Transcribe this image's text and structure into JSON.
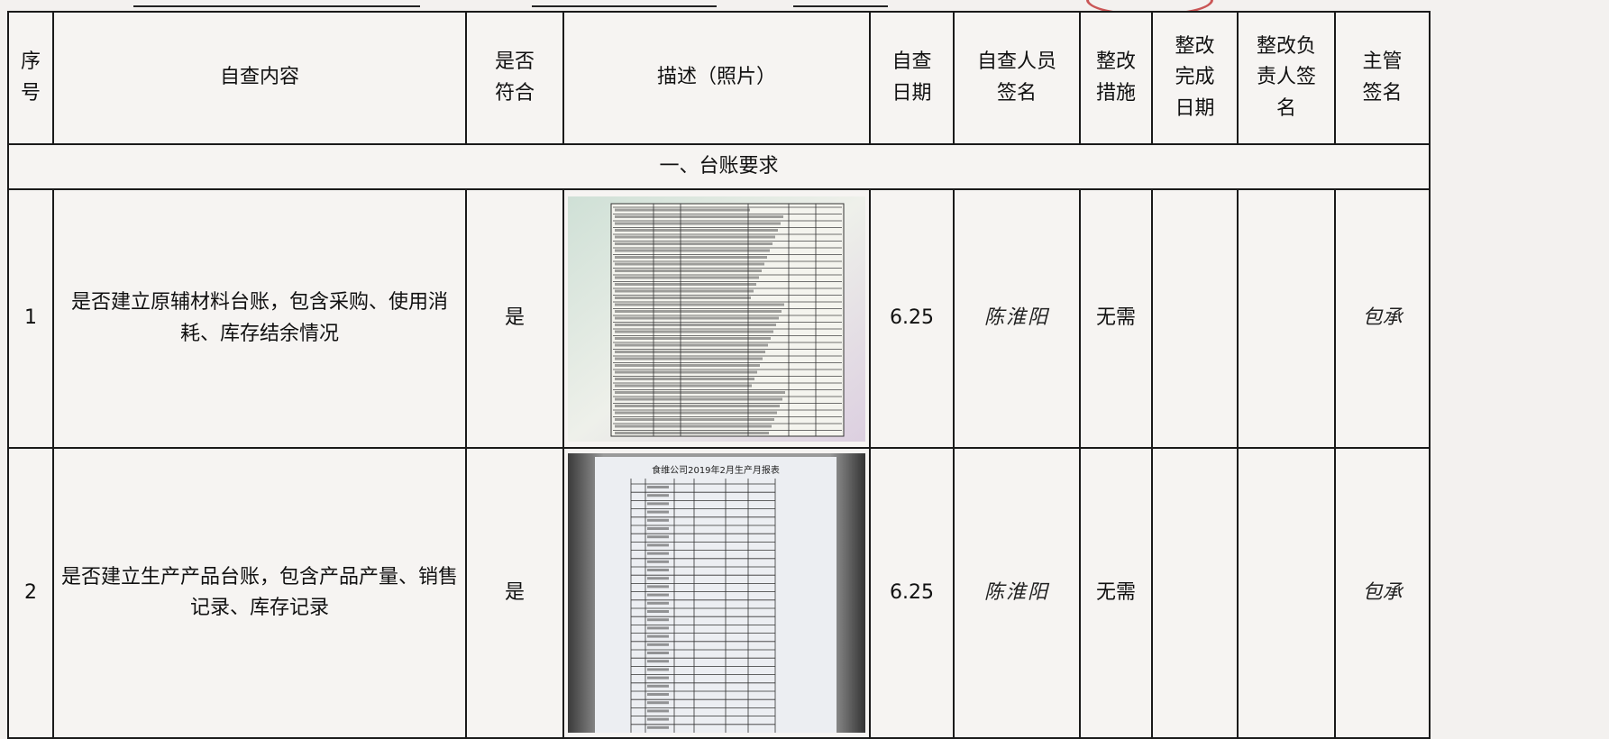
{
  "header": {
    "seq": [
      "序",
      "号"
    ],
    "content": "自查内容",
    "conform": [
      "是否",
      "符合"
    ],
    "description": "描述（照片）",
    "date": [
      "自查",
      "日期"
    ],
    "inspector": [
      "自查人员",
      "签名"
    ],
    "measures": [
      "整改",
      "措施"
    ],
    "completion_date": [
      "整改",
      "完成",
      "日期"
    ],
    "responsible": [
      "整改负",
      "责人签",
      "名"
    ],
    "supervisor": [
      "主管",
      "签名"
    ]
  },
  "section_title": "一、台账要求",
  "rows": [
    {
      "index": "1",
      "content": "是否建立原辅材料台账，包含采购、使用消耗、库存结余情况",
      "conform": "是",
      "date": "6.25",
      "inspector_signature": "陈淮阳",
      "measures": "无需",
      "completion_date": "",
      "responsible": "",
      "supervisor_signature": "包承"
    },
    {
      "index": "2",
      "content": "是否建立生产产品台账，包含产品产量、销售记录、库存记录",
      "conform": "是",
      "date": "6.25",
      "inspector_signature": "陈淮阳",
      "measures": "无需",
      "completion_date": "",
      "responsible": "",
      "supervisor_signature": "包承"
    }
  ],
  "photo2_caption": "食维公司2019年2月生产月报表",
  "colors": {
    "border": "#1a1a1a",
    "stamp": "#c23b3b",
    "paper": "#f6f4f2"
  }
}
